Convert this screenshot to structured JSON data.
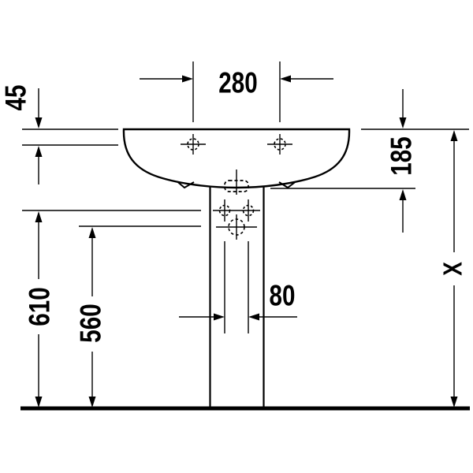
{
  "colors": {
    "line": "#000000",
    "background": "#ffffff",
    "floor": "#000000"
  },
  "dimensions": {
    "tap_hole_spacing": "280",
    "rim_height": "45",
    "rim_to_fixing": "185",
    "fixing_hole_height": "610",
    "outlet_height": "560",
    "pedestal_hole_spacing": "80",
    "overall_height": "X"
  }
}
